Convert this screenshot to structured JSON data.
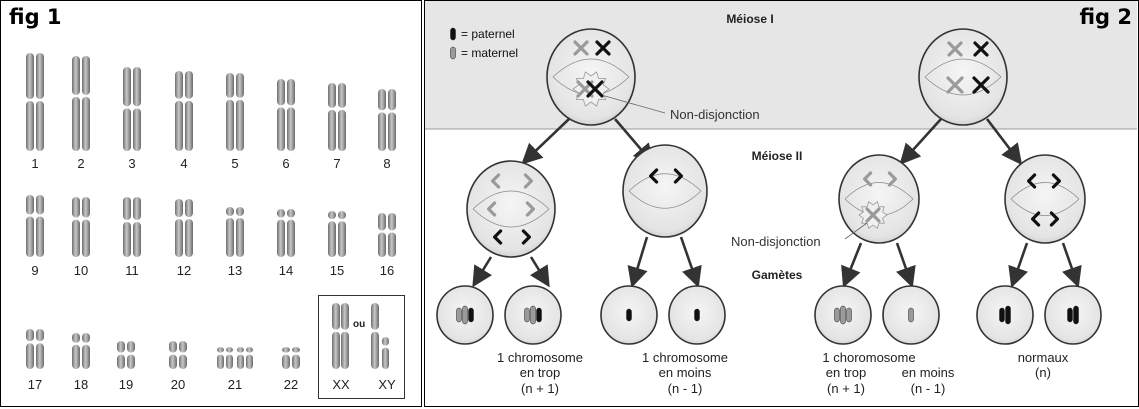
{
  "fig1": {
    "label": "fig 1",
    "pairs": [
      "1",
      "2",
      "3",
      "4",
      "5",
      "6",
      "7",
      "8",
      "9",
      "10",
      "11",
      "12",
      "13",
      "14",
      "15",
      "16",
      "17",
      "18",
      "19",
      "20",
      "21",
      "22"
    ],
    "sex_labels": {
      "xx": "XX",
      "xy": "XY",
      "ou": "ou"
    }
  },
  "fig2": {
    "label": "fig 2",
    "legend": {
      "paternal": "= paternel",
      "maternal": "= maternel"
    },
    "stage_meiose1": "Méiose I",
    "stage_meiose2": "Méiose II",
    "stage_gametes": "Gamètes",
    "nondisjunction_label": "Non-disjonction",
    "result_left_a": {
      "line1": "1 chromosome",
      "line2": "en trop",
      "line3": "(n + 1)"
    },
    "result_left_b": {
      "line1": "1 chromosome",
      "line2": "en moins",
      "line3": "(n - 1)"
    },
    "result_right_ab": {
      "line1": "1 choromosome",
      "line2a": "en trop",
      "line3a": "(n + 1)",
      "line2b": "en moins",
      "line3b": "(n - 1)"
    },
    "result_right_c": {
      "line1": "normaux",
      "line2": "(n)"
    }
  },
  "colors": {
    "maternal": "#9a9a9a",
    "paternal": "#111111",
    "shade": "#e6e6e6"
  }
}
